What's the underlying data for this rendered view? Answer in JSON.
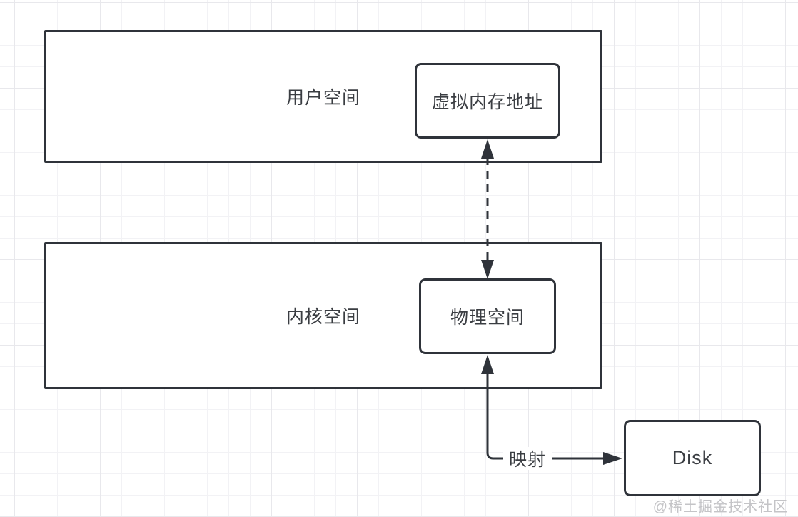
{
  "colors": {
    "background": "#ffffff",
    "stroke": "#2f333a",
    "text": "#3a3d42",
    "grid_minor": "#f2f2f5",
    "grid_major": "#e8e8ec",
    "watermark": "#c4c4c7"
  },
  "nodes": {
    "user_space": {
      "label": "用户空间",
      "shape": "rectangle"
    },
    "virtual_memory_address": {
      "label": "虚拟内存地址",
      "shape": "rounded-rectangle"
    },
    "kernel_space": {
      "label": "内核空间",
      "shape": "rectangle"
    },
    "physical_space": {
      "label": "物理空间",
      "shape": "rounded-rectangle"
    },
    "disk": {
      "label": "Disk",
      "shape": "rounded-rectangle"
    }
  },
  "edges": {
    "virtual_to_physical": {
      "from": "virtual_memory_address",
      "to": "physical_space",
      "style": "dashed",
      "arrows": "both",
      "label": ""
    },
    "physical_to_disk": {
      "from": "physical_space",
      "to": "disk",
      "style": "solid",
      "arrows": "both",
      "label": "映射"
    }
  },
  "watermark": {
    "text": "@稀土掘金技术社区"
  }
}
